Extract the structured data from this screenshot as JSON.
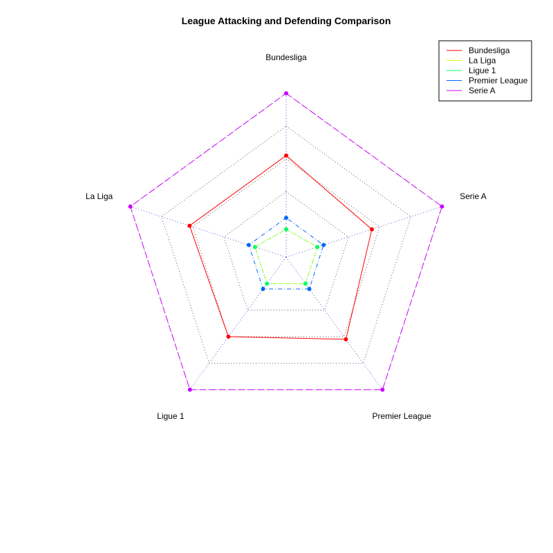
{
  "chart_data": {
    "type": "radar",
    "title": "League Attacking and Defending Comparison",
    "axes": [
      "Bundesliga",
      "Serie A",
      "Premier League",
      "Ligue 1",
      "La Liga"
    ],
    "rmax": 1.0,
    "grid_levels": 4,
    "legend_position": "top-right",
    "series": [
      {
        "name": "Bundesliga",
        "color": "#ff0000",
        "line": "solid",
        "values": [
          0.62,
          0.55,
          0.62,
          0.6,
          0.62
        ]
      },
      {
        "name": "La Liga",
        "color": "#ccff00",
        "line": "dashed",
        "values": [
          0.17,
          0.2,
          0.2,
          0.2,
          0.2
        ]
      },
      {
        "name": "Ligue 1",
        "color": "#00ff66",
        "line": "dotted",
        "values": [
          0.17,
          0.2,
          0.2,
          0.2,
          0.2
        ]
      },
      {
        "name": "Premier League",
        "color": "#0066ff",
        "line": "dotdash",
        "values": [
          0.24,
          0.24,
          0.24,
          0.24,
          0.24
        ]
      },
      {
        "name": "Serie A",
        "color": "#cc00ff",
        "line": "longdash",
        "values": [
          1.0,
          1.0,
          1.0,
          1.0,
          1.0
        ]
      }
    ]
  }
}
